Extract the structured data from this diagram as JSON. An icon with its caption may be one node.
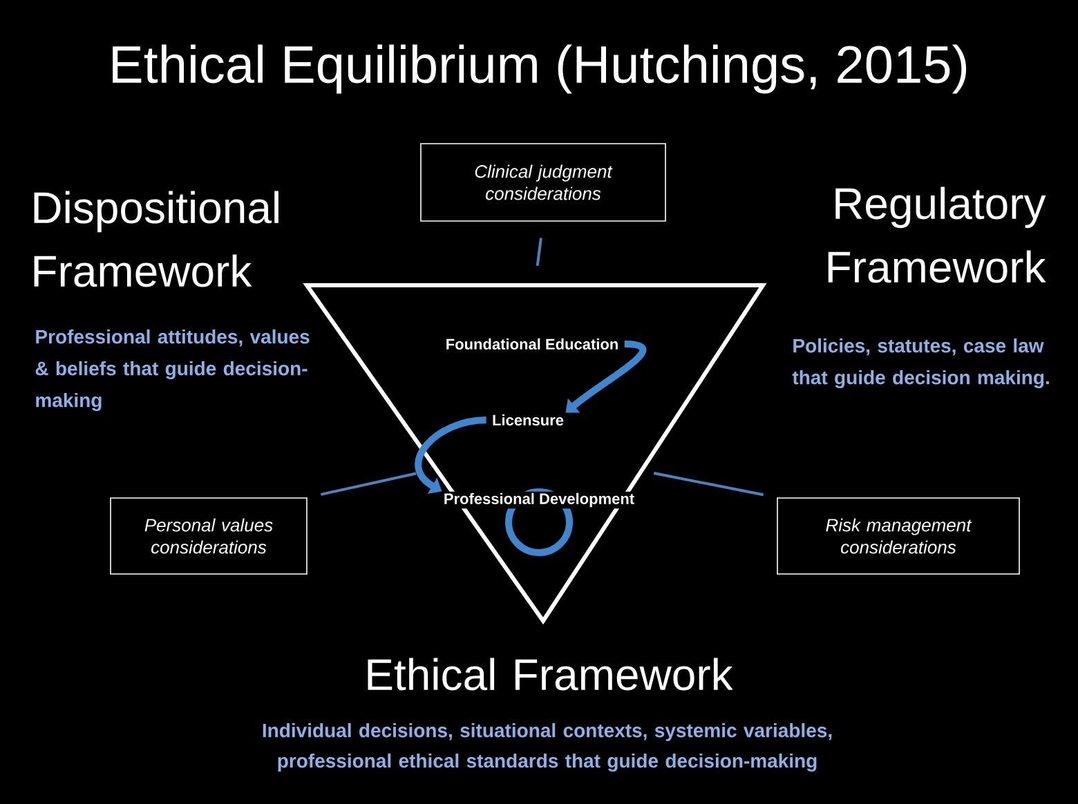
{
  "diagram": {
    "title": "Ethical Equilibrium (Hutchings, 2015)",
    "nodes": [
      {
        "text": [],
        "shape": "triangle"
      },
      {
        "text": [
          "Foundational Education"
        ],
        "in": 0
      },
      {
        "text": [
          "Licensure"
        ],
        "in": 0
      },
      {
        "text": [
          "Professional Development"
        ],
        "in": 0
      },
      {
        "text": [
          "Clinical judgment considerations"
        ]
      },
      {
        "text": [
          "Personal values considerations"
        ]
      },
      {
        "text": [
          "Risk management considerations"
        ]
      }
    ],
    "edges": [
      {
        "from": 1,
        "to": 2,
        "arrow": "to",
        "style": "thick"
      },
      {
        "from": 2,
        "to": 3,
        "arrow": "to",
        "style": "thick"
      },
      {
        "from": 4,
        "to": 0,
        "arrow": "none"
      },
      {
        "from": 5,
        "to": 0,
        "arrow": "none"
      },
      {
        "from": 6,
        "to": 0,
        "arrow": "none"
      }
    ],
    "labels": [
      "Dispositional Framework",
      "Professional attitudes, values & beliefs that guide decision-making",
      "Regulatory Framework",
      "Policies, statutes, case law that guide decision making.",
      "Ethical Framework",
      "Individual decisions, situational contexts, systemic variables, professional ethical standards that guide decision-making"
    ]
  }
}
